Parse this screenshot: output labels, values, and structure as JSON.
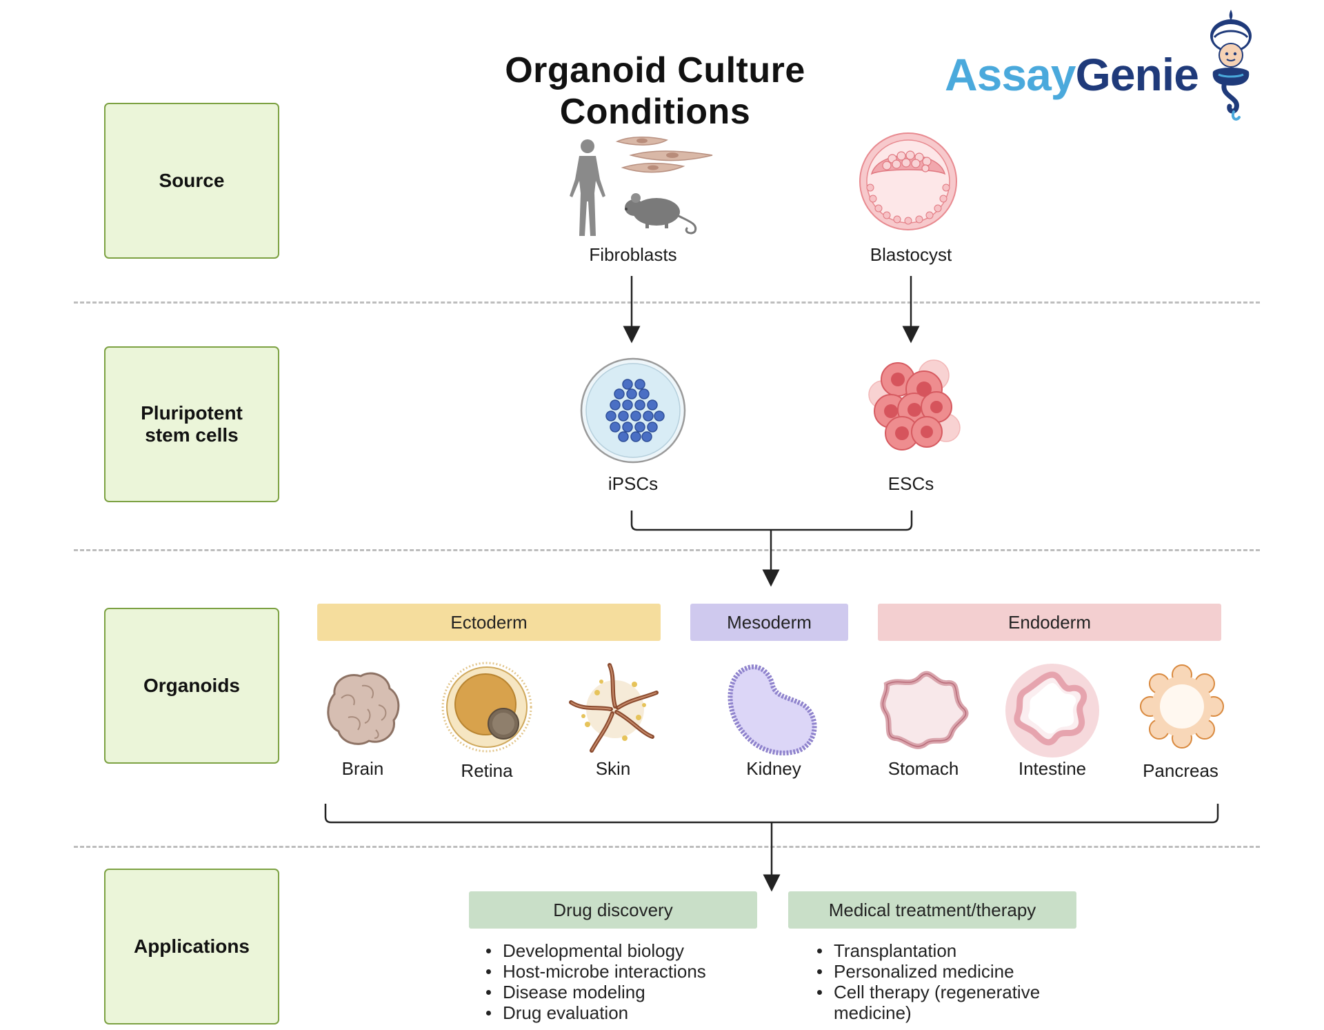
{
  "title": "Organoid Culture Conditions",
  "logo": {
    "part1": "Assay",
    "part2": "Genie"
  },
  "rows": {
    "source": "Source",
    "psc_line1": "Pluripotent",
    "psc_line2": "stem cells",
    "organoids": "Organoids",
    "applications": "Applications"
  },
  "source_items": {
    "fibroblasts": "Fibroblasts",
    "blastocyst": "Blastocyst"
  },
  "stem_cells": {
    "ipscs": "iPSCs",
    "escs": "ESCs"
  },
  "germ_layers": {
    "ectoderm": "Ectoderm",
    "mesoderm": "Mesoderm",
    "endoderm": "Endoderm"
  },
  "organoid_types": {
    "brain": "Brain",
    "retina": "Retina",
    "skin": "Skin",
    "kidney": "Kidney",
    "stomach": "Stomach",
    "intestine": "Intestine",
    "pancreas": "Pancreas"
  },
  "applications": {
    "drug": {
      "heading": "Drug discovery",
      "items": [
        "Developmental biology",
        "Host-microbe interactions",
        "Disease modeling",
        "Drug evaluation"
      ]
    },
    "medical": {
      "heading": "Medical treatment/therapy",
      "items": [
        "Transplantation",
        "Personalized medicine",
        "Cell therapy (regenerative",
        "medicine)"
      ]
    }
  },
  "colors": {
    "row_box_fill": "#ebf5d9",
    "row_box_border": "#7ca142",
    "ectoderm": "#f5dd9d",
    "mesoderm": "#cfc9ee",
    "endoderm": "#f3cfd0",
    "application_heading": "#c9dfc8"
  },
  "icons": {
    "fibroblasts": [
      "human-figure-icon",
      "fibroblast-cells-icon",
      "mouse-icon"
    ],
    "blastocyst": "blastocyst-icon",
    "ipscs": "petri-dish-colony-icon",
    "escs": "embryonic-stem-cell-cluster-icon"
  }
}
